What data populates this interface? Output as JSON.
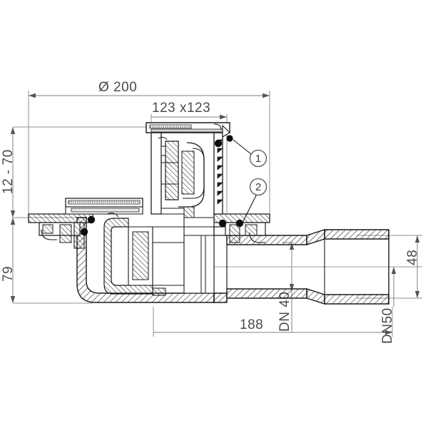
{
  "drawing": {
    "type": "technical-cross-section",
    "subject": "floor-drain",
    "background_color": "#ffffff",
    "line_color": "#1a1a1a",
    "dimension_line_color": "#808080",
    "text_color": "#4a4a4a"
  },
  "dimensions": {
    "outer_diameter": "Ø 200",
    "grate_size": "123 x123",
    "height_adjustable": "12 - 70",
    "body_height": "79",
    "outlet_length": "188",
    "outlet_height": "48",
    "inlet_nominal": "DN 40",
    "outlet_nominal": "DN50"
  },
  "callouts": [
    {
      "id": "1",
      "label": "1"
    },
    {
      "id": "2",
      "label": "2"
    }
  ]
}
